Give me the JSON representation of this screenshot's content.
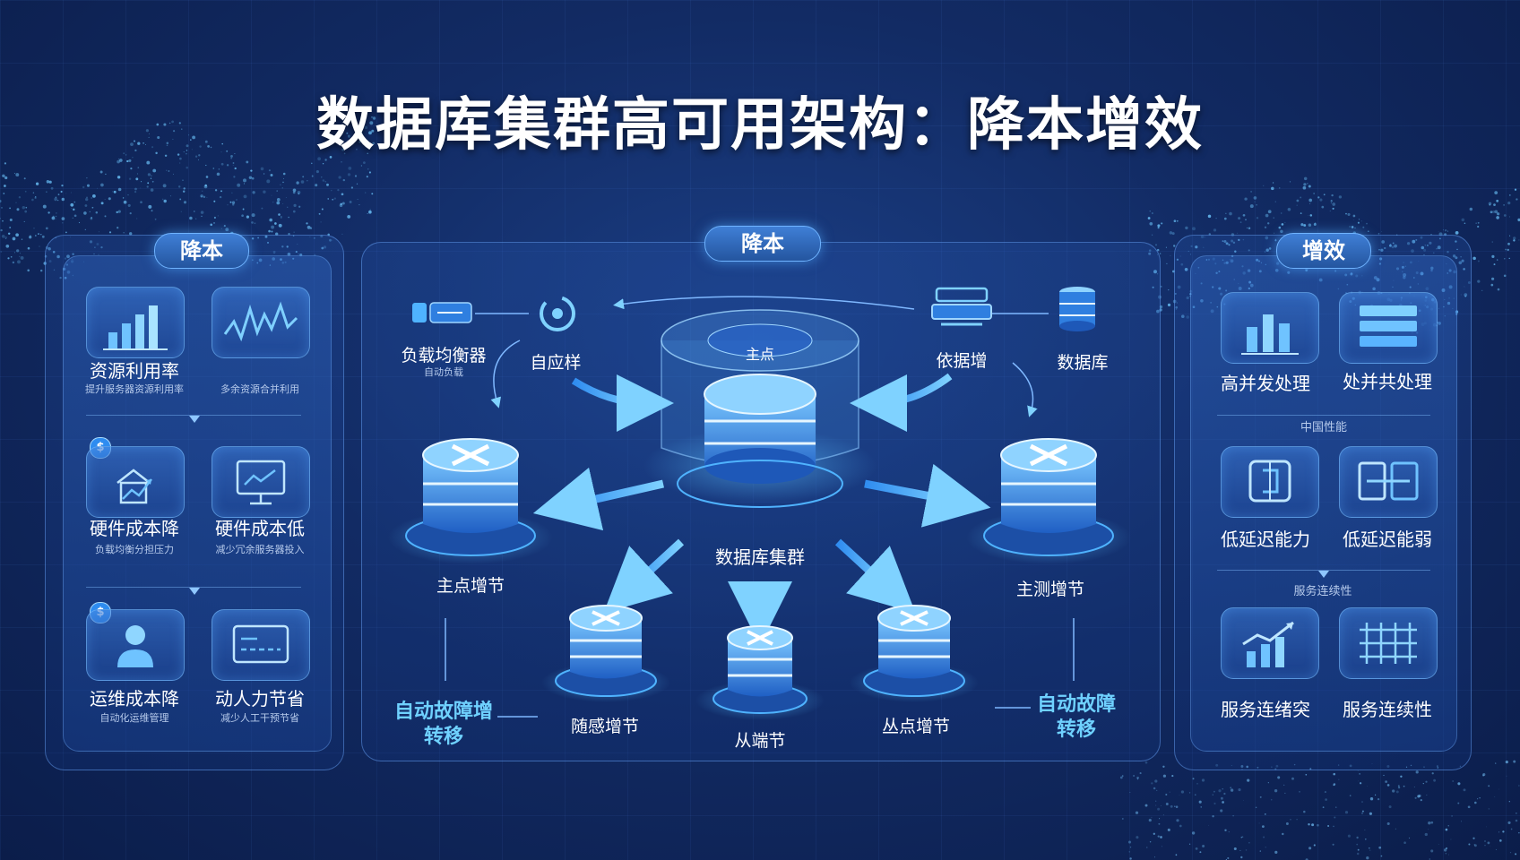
{
  "title": "数据库集群高可用架构：降本增效",
  "left_panel": {
    "pill": "降本",
    "items": [
      {
        "label": "资源利用率",
        "sub": "提升服务器资源利用率"
      },
      {
        "label": "",
        "sub": "多余资源合并利用"
      },
      {
        "label": "硬件成本降",
        "sub": "负载均衡分担压力"
      },
      {
        "label": "硬件成本低",
        "sub": "减少冗余服务器投入"
      },
      {
        "label": "运维成本降",
        "sub": "自动化运维管理"
      },
      {
        "label": "动人力节省",
        "sub": "减少人工干预节省"
      }
    ],
    "badges": [
      "$",
      "$"
    ]
  },
  "center_panel": {
    "pill": "降本",
    "load_balancer": {
      "label": "负载均衡器",
      "sub": "自动负载"
    },
    "auto_scale": "自应样",
    "backup": "依据增",
    "database": "数据库",
    "hub_label": "主点",
    "cluster_label": "数据库集群",
    "master_left": "主点增节",
    "master_right": "主测增节",
    "slave_left": "随感增节",
    "slave_center": "从端节",
    "slave_right": "丛点增节",
    "failover_left": [
      "自动故障增",
      "转移"
    ],
    "failover_right": [
      "自动故障",
      "转移"
    ]
  },
  "right_panel": {
    "pill": "增效",
    "items": [
      {
        "label": "高并发处理"
      },
      {
        "label": "处并共处理"
      },
      {
        "label": "低延迟能力"
      },
      {
        "label": "低延迟能弱"
      },
      {
        "label": "服务连绪突"
      },
      {
        "label": "服务连续性"
      }
    ],
    "sep_text": [
      "中国性能",
      "服务连续性"
    ]
  },
  "colors": {
    "accent": "#4fb3ff",
    "panel": "#1d4a99",
    "bg": "#0f2557"
  }
}
